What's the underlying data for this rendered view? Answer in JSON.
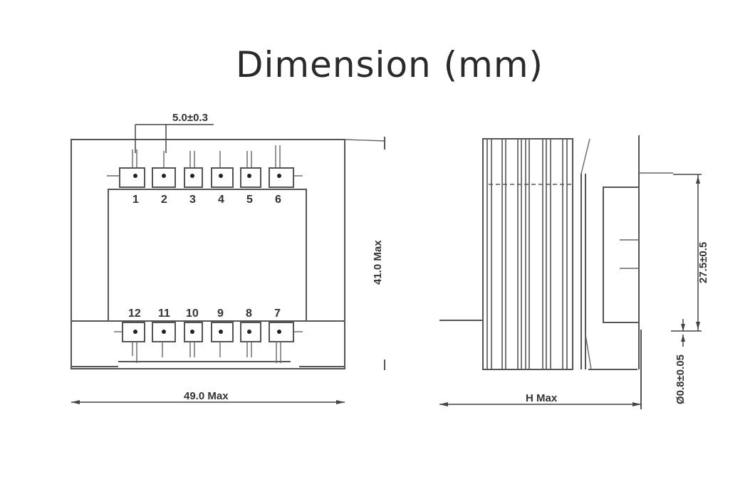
{
  "title": "Dimension (mm)",
  "front_view": {
    "pin_pitch": "5.0±0.3",
    "width": "49.0 Max",
    "height": "41.0 Max",
    "top_pins": [
      "1",
      "2",
      "3",
      "4",
      "5",
      "6"
    ],
    "bottom_pins": [
      "12",
      "11",
      "10",
      "9",
      "8",
      "7"
    ]
  },
  "side_view": {
    "depth": "H Max",
    "pin_row_spacing": "27.5±0.5",
    "pin_diameter": "Ø0.8±0.05"
  }
}
